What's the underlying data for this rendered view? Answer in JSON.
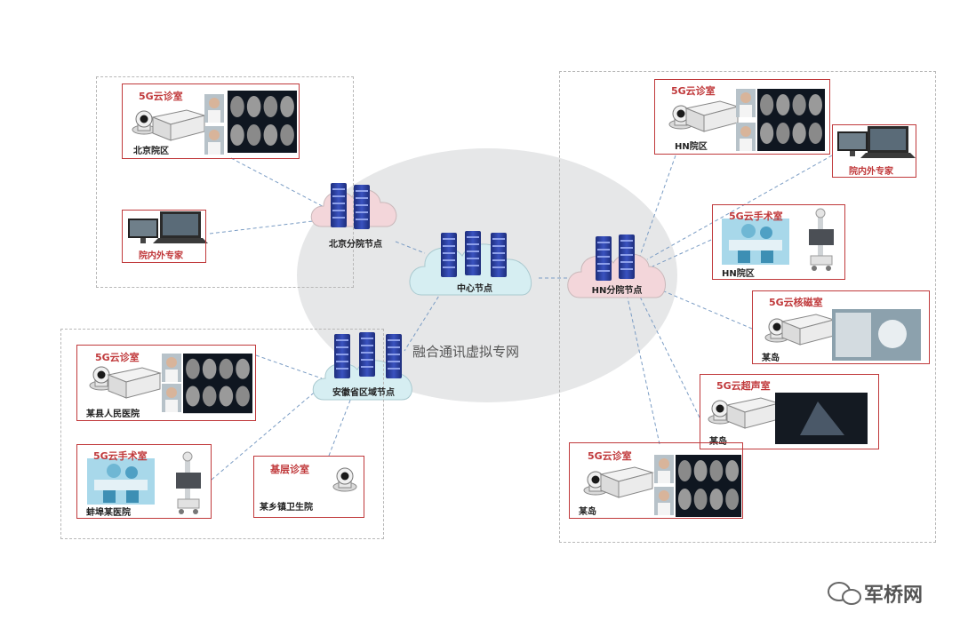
{
  "network_label": "融合通讯虚拟专网",
  "nodes": {
    "center": "中心节点",
    "beijing": "北京分院节点",
    "hn": "HN分院节点",
    "anhui": "安徽省区域节点"
  },
  "beijing_boxes": {
    "clinic": {
      "title": "5G云诊室",
      "location": "北京院区"
    },
    "expert": {
      "title": "院内外专家"
    }
  },
  "anhui_boxes": {
    "clinic": {
      "title": "5G云诊室",
      "location": "某县人民医院"
    },
    "surgery": {
      "title": "5G云手术室",
      "location": "蚌埠某医院"
    },
    "basic": {
      "title": "基层诊室",
      "location": "某乡镇卫生院"
    }
  },
  "hn_boxes": {
    "clinic": {
      "title": "5G云诊室",
      "location": "HN院区"
    },
    "expert": {
      "title": "院内外专家"
    },
    "surgery": {
      "title": "5G云手术室",
      "location": "HN院区"
    },
    "mri": {
      "title": "5G云核磁室",
      "location": "某岛"
    },
    "ultrasound": {
      "title": "5G云超声室",
      "location": "某岛"
    },
    "clinic2": {
      "title": "5G云诊室",
      "location": "某岛"
    }
  },
  "watermark": "军桥网",
  "colors": {
    "box_border": "#c0393b",
    "server": "#2a3f9e",
    "cloud_pink": "#f3d6da",
    "cloud_blue": "#d6eef2",
    "ellipse": "#e6e7e8"
  }
}
